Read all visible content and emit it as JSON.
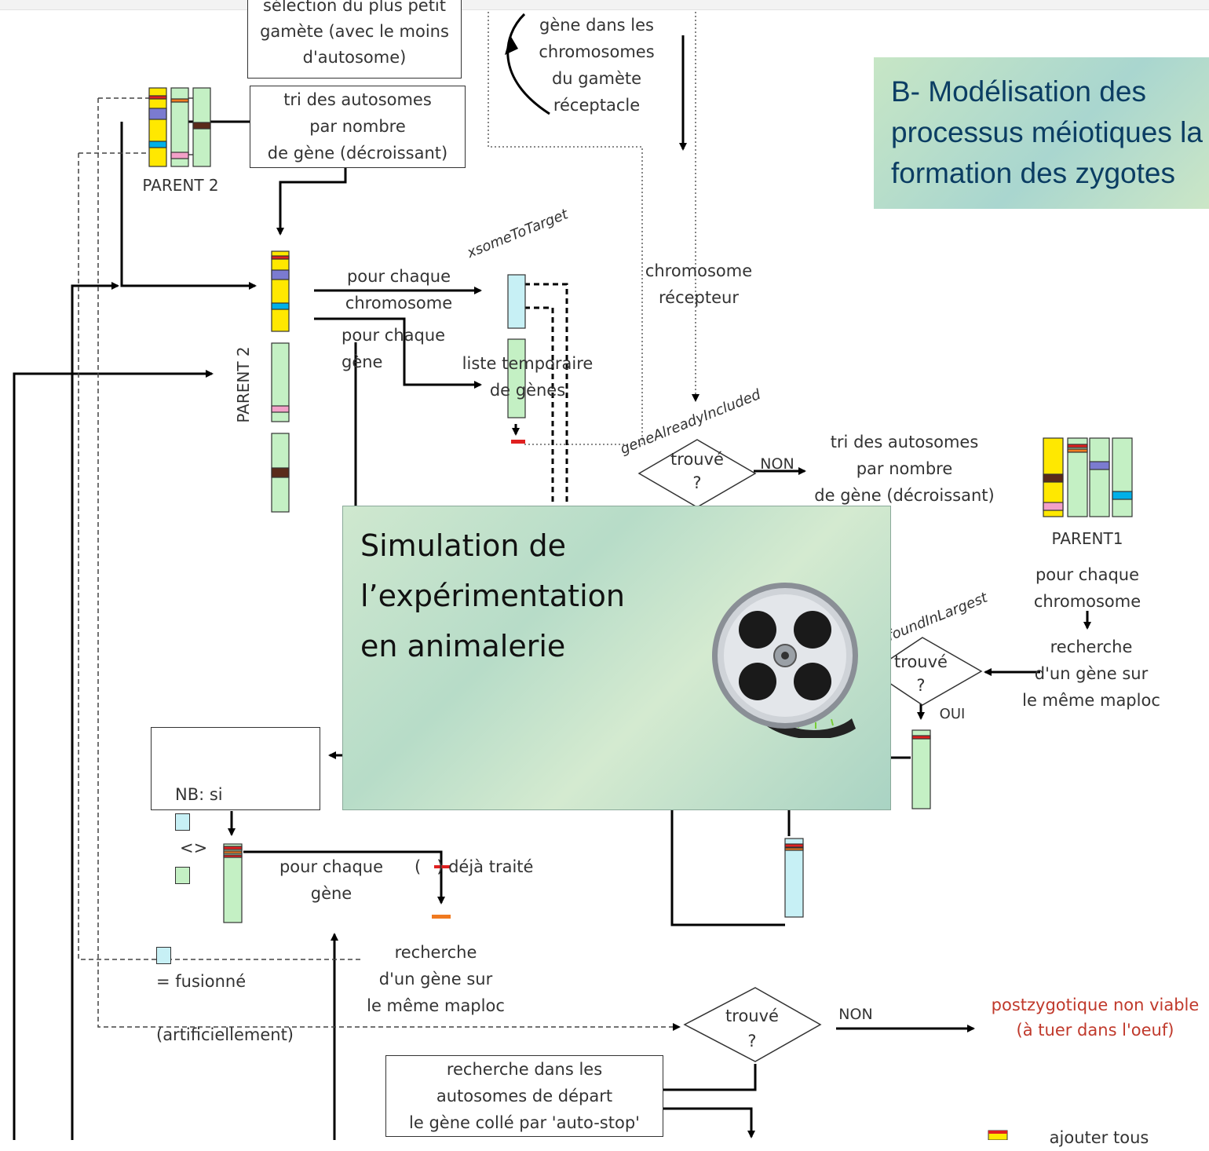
{
  "title_panel": {
    "text": "B- Modélisation des processus méiotiques la formation des zygotes"
  },
  "overlay": {
    "title": "Simulation de\nl’expérimentation\nen animalerie",
    "icon": "film-reel-icon"
  },
  "boxes": {
    "select_gamete": "sélection du plus petit\ngamète (avec le moins\nd'autosome)",
    "sort_top": "tri des autosomes\npar nombre\nde gène (décroissant)",
    "nb_note_line1": "NB: si",
    "nb_note_op": "<>",
    "nb_note_line2": "= fusionné",
    "nb_note_line3": "(artificiellement)",
    "search_start": "recherche dans les\nautosomes de départ\nle gène collé par 'auto-stop'"
  },
  "labels": {
    "gene_in_chrom": "gène dans les\nchromosomes\ndu gamète\nréceptacle",
    "parent2_top": "PARENT 2",
    "parent2_side": "PARENT 2",
    "for_each_chrom": "pour chaque\nchromosome",
    "for_each_gene": "pour chaque\ngène",
    "temp_list": "liste temporaire\nde gènes",
    "receptor": "chromosome\nrécepteur",
    "found1": "trouvé\n?",
    "non1": "NON",
    "sort_mid": "tri des autosomes\npar nombre\nde gène (décroissant)",
    "parent1": "PARENT1",
    "for_each_chrom2": "pour chaque\nchromosome",
    "search_gene": "recherche\nd'un gène sur\nle même maploc",
    "found2": "trouvé\n?",
    "oui": "OUI",
    "for_each_gene2": "pour chaque\ngène",
    "already": "(   ) déjà traité",
    "search_gene2": "recherche\nd'un gène sur\nle même maploc",
    "found3": "trouvé\n?",
    "non3": "NON",
    "postzyg": "postzygotique non viable\n(à tuer dans l'oeuf)",
    "add_all": "ajouter tous"
  },
  "code_labels": {
    "xsome": "xsomeToTarget",
    "gene_included": "geneAlreadyIncluded",
    "found_in_largest": "foundInLargest"
  },
  "colors": {
    "yellow": "#ffe800",
    "green": "#c4f0c4",
    "cyan": "#00b0e8",
    "brown": "#5a2a1a",
    "purple": "#7b7bd0",
    "pink": "#f2a0c8",
    "red": "#e02020",
    "orange": "#f07a20",
    "title_text": "#0b3d63",
    "red_text": "#c0392b"
  }
}
